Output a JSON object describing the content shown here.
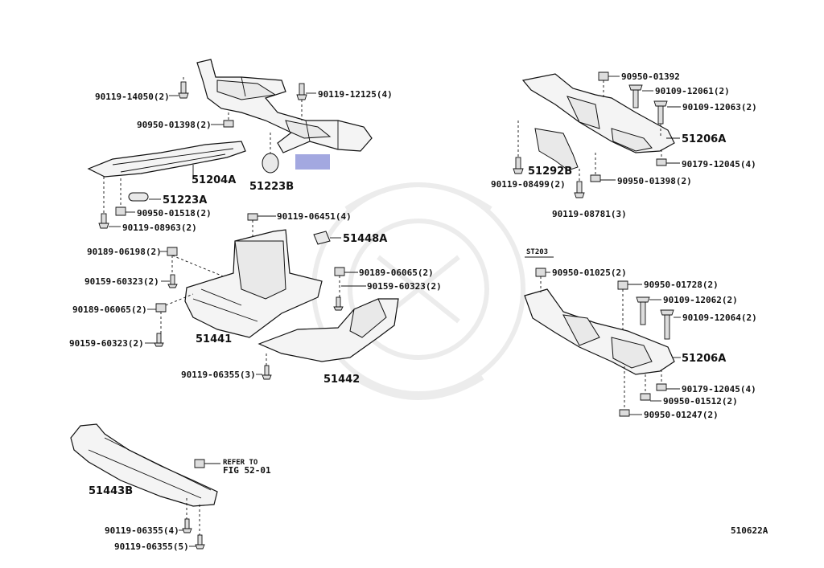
{
  "labels": {
    "p1": "90119-14050(2)",
    "p2": "90119-12125(4)",
    "p3": "90950-01398(2)",
    "p4": "51204A",
    "p5": "51223B",
    "p6": "51223A",
    "p7": "90950-01518(2)",
    "p8": "90119-08963(2)",
    "p9": "90119-06451(4)",
    "p10": "51448A",
    "p11": "90189-06198(2)",
    "p12": "90189-06065(2)",
    "p13": "90159-60323(2)",
    "p14": "90159-60323(2)",
    "p15": "90189-06065(2)",
    "p16": "90159-60323(2)",
    "p17": "51441",
    "p18": "90119-06355(3)",
    "p19": "51442",
    "p20": "90950-01392",
    "p21": "90109-12061(2)",
    "p22": "90109-12063(2)",
    "p23": "51206A",
    "p24": "51292B",
    "p25": "90179-12045(4)",
    "p26": "90950-01398(2)",
    "p27": "90119-08499(2)",
    "p28": "90119-08781(3)",
    "p29": "ST203",
    "p30": "90950-01025(2)",
    "p31": "90950-01728(2)",
    "p32": "90109-12062(2)",
    "p33": "90109-12064(2)",
    "p34": "51206A",
    "p35": "90179-12045(4)",
    "p36": "90950-01512(2)",
    "p37": "90950-01247(2)",
    "p38": "REFER TO",
    "p39": "FIG 52-01",
    "p40": "51443B",
    "p41": "90119-06355(4)",
    "p42": "90119-06355(5)",
    "p43": "510622A"
  },
  "colors": {
    "highlight": "#a3a8e0"
  }
}
